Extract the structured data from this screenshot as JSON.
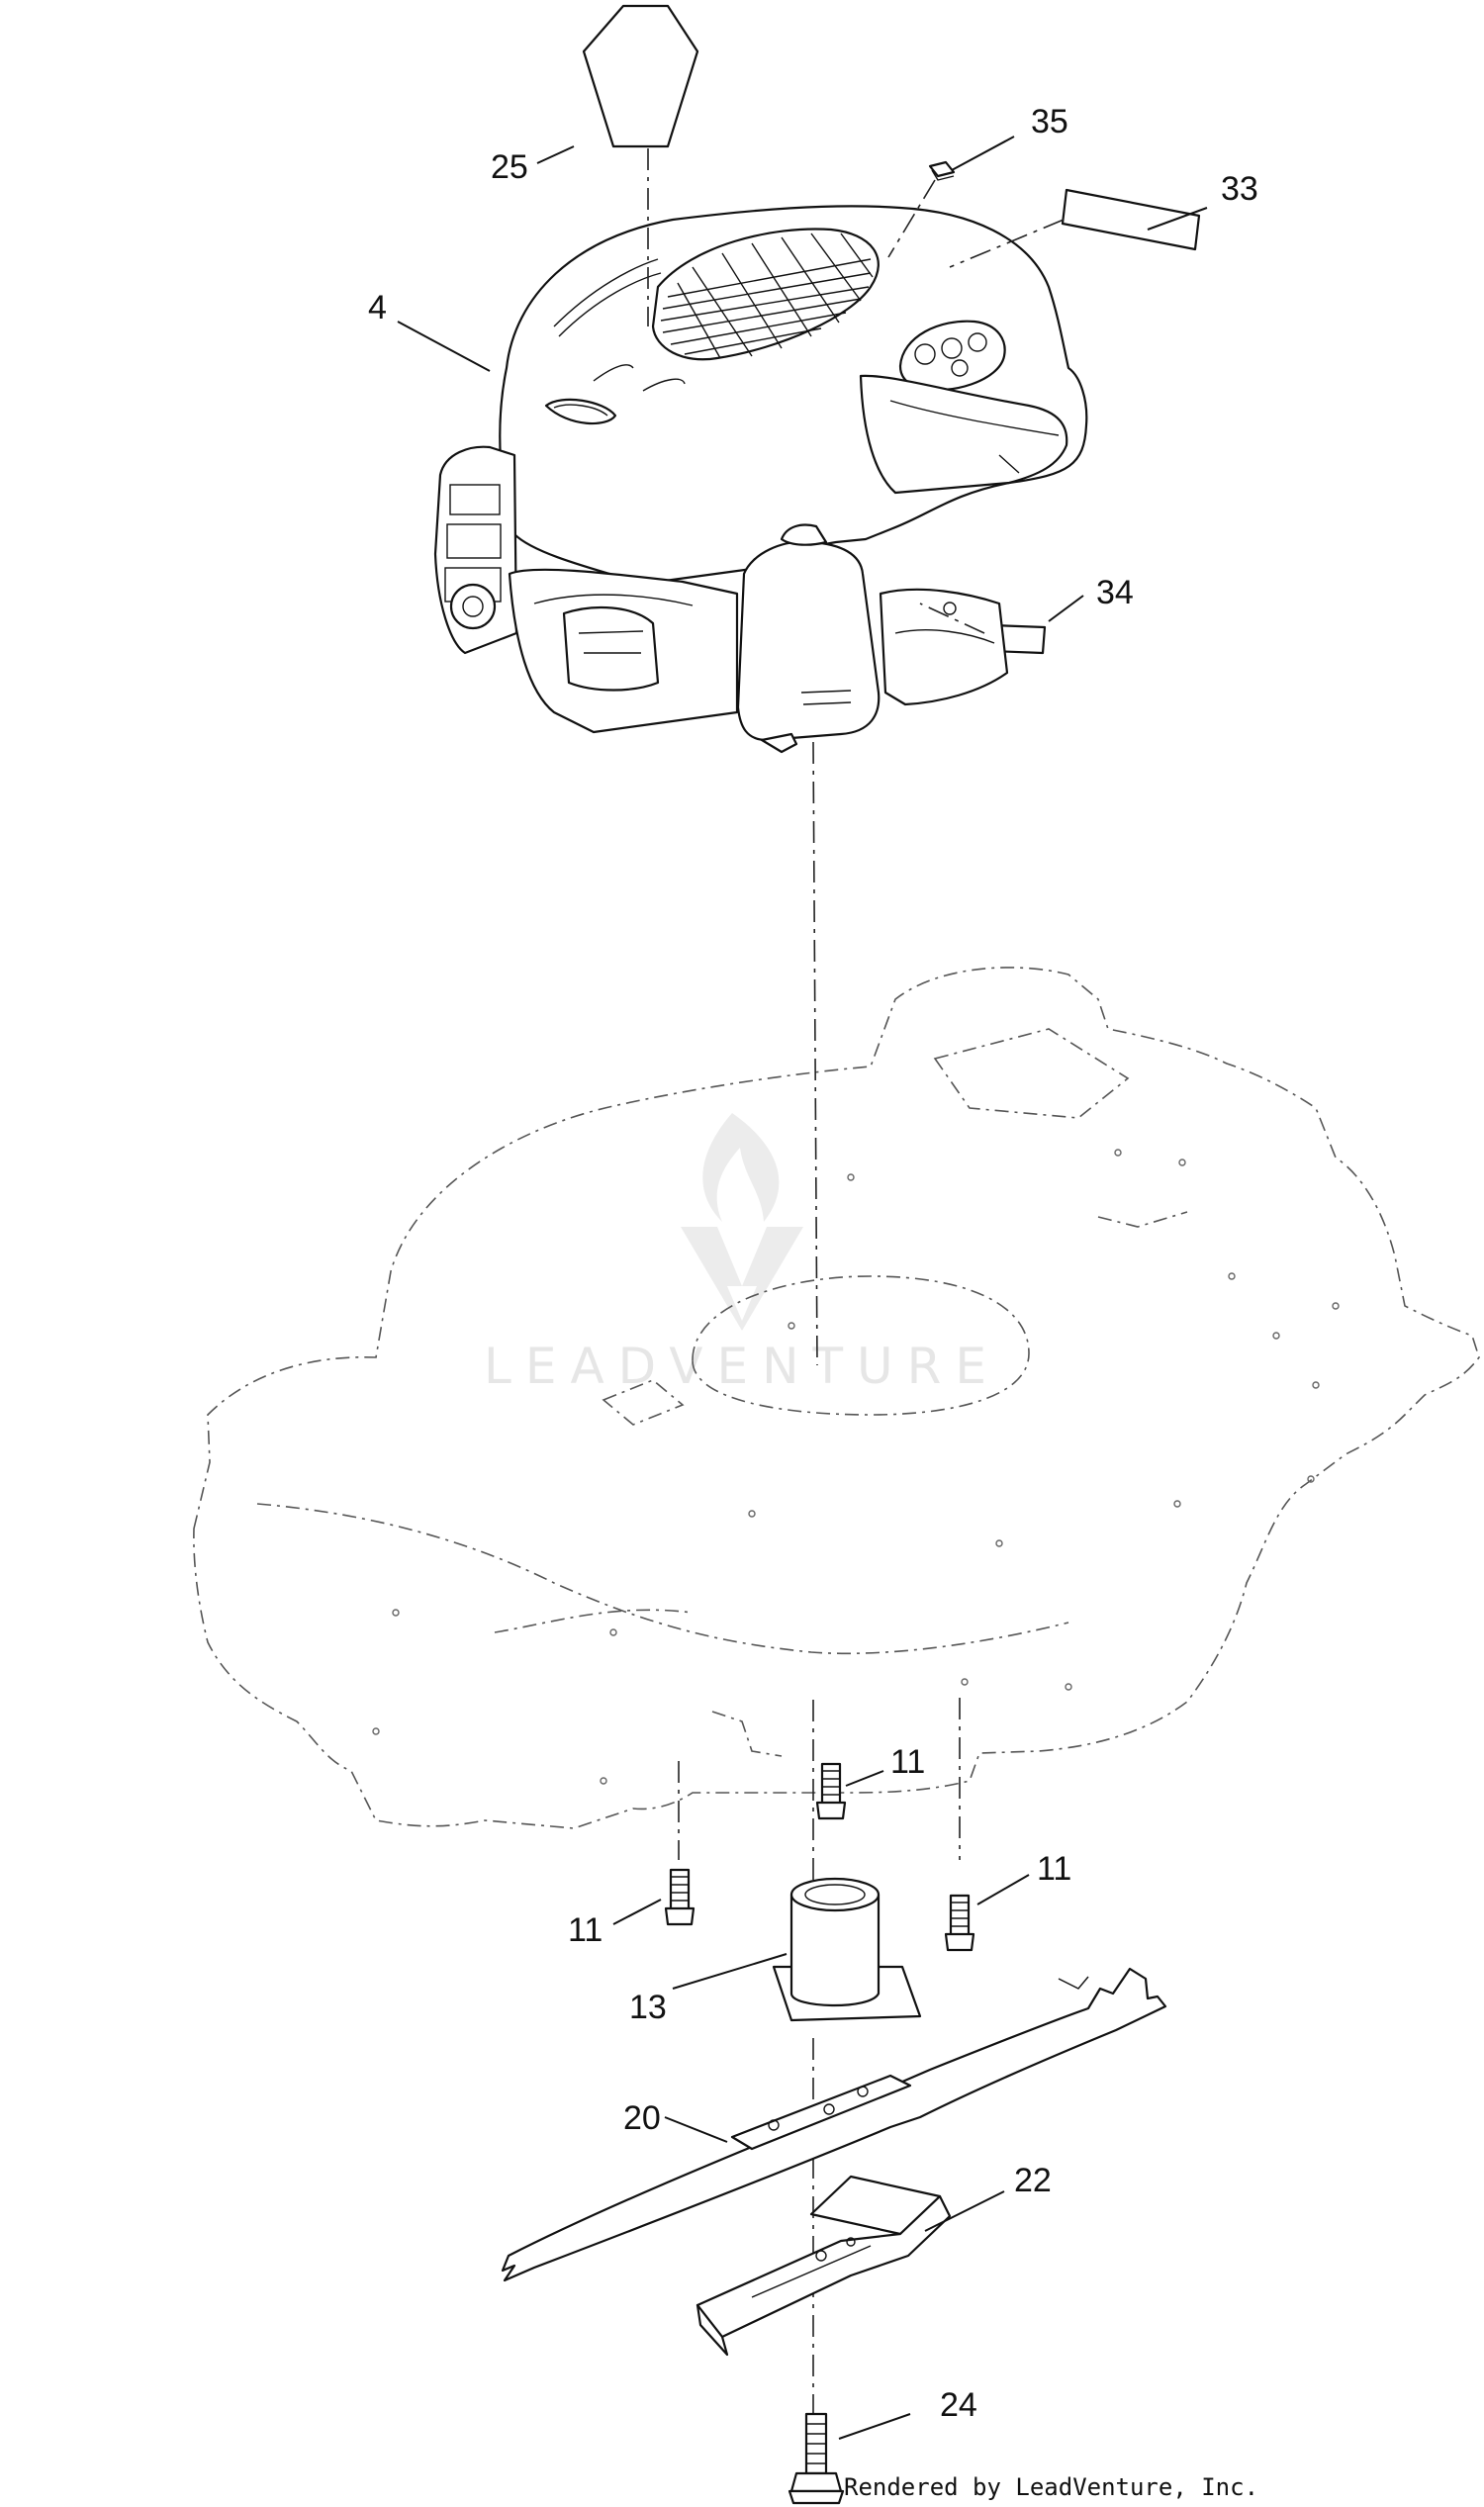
{
  "callouts": [
    {
      "id": "c25",
      "label": "25"
    },
    {
      "id": "c35",
      "label": "35"
    },
    {
      "id": "c33",
      "label": "33"
    },
    {
      "id": "c4",
      "label": "4"
    },
    {
      "id": "c34",
      "label": "34"
    },
    {
      "id": "c11a",
      "label": "11"
    },
    {
      "id": "c11b",
      "label": "11"
    },
    {
      "id": "c11c",
      "label": "11"
    },
    {
      "id": "c13",
      "label": "13"
    },
    {
      "id": "c20",
      "label": "20"
    },
    {
      "id": "c22",
      "label": "22"
    },
    {
      "id": "c24",
      "label": "24"
    }
  ],
  "watermark": {
    "text": "LEADVENTURE"
  },
  "credit": {
    "text": "Rendered by LeadVenture, Inc."
  }
}
